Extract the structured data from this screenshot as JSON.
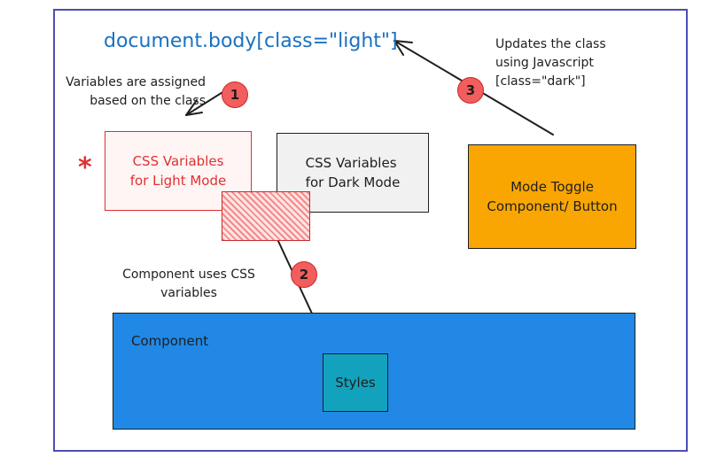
{
  "code_label": "document.body[class=\"light\"]",
  "notes": {
    "variables_assigned_line1": "Variables are assigned",
    "variables_assigned_line2": "based on the class",
    "updates_line1": "Updates the class",
    "updates_line2": "using Javascript",
    "updates_line3": "[class=\"dark\"]",
    "component_uses_line1": "Component uses CSS",
    "component_uses_line2": "variables"
  },
  "boxes": {
    "light_line1": "CSS Variables",
    "light_line2": "for Light Mode",
    "dark_line1": "CSS Variables",
    "dark_line2": "for Dark Mode",
    "toggle_line1": "Mode Toggle",
    "toggle_line2": "Component/ Button",
    "component": "Component",
    "styles": "Styles"
  },
  "badges": [
    "1",
    "2",
    "3"
  ],
  "asterisk": "*",
  "colors": {
    "frame": "#4a4fb5",
    "code": "#1971c2",
    "light_text": "#e03131",
    "badge": "#f25d5d",
    "toggle": "#f9a602",
    "component": "#2188e6",
    "styles": "#13a2bd"
  }
}
